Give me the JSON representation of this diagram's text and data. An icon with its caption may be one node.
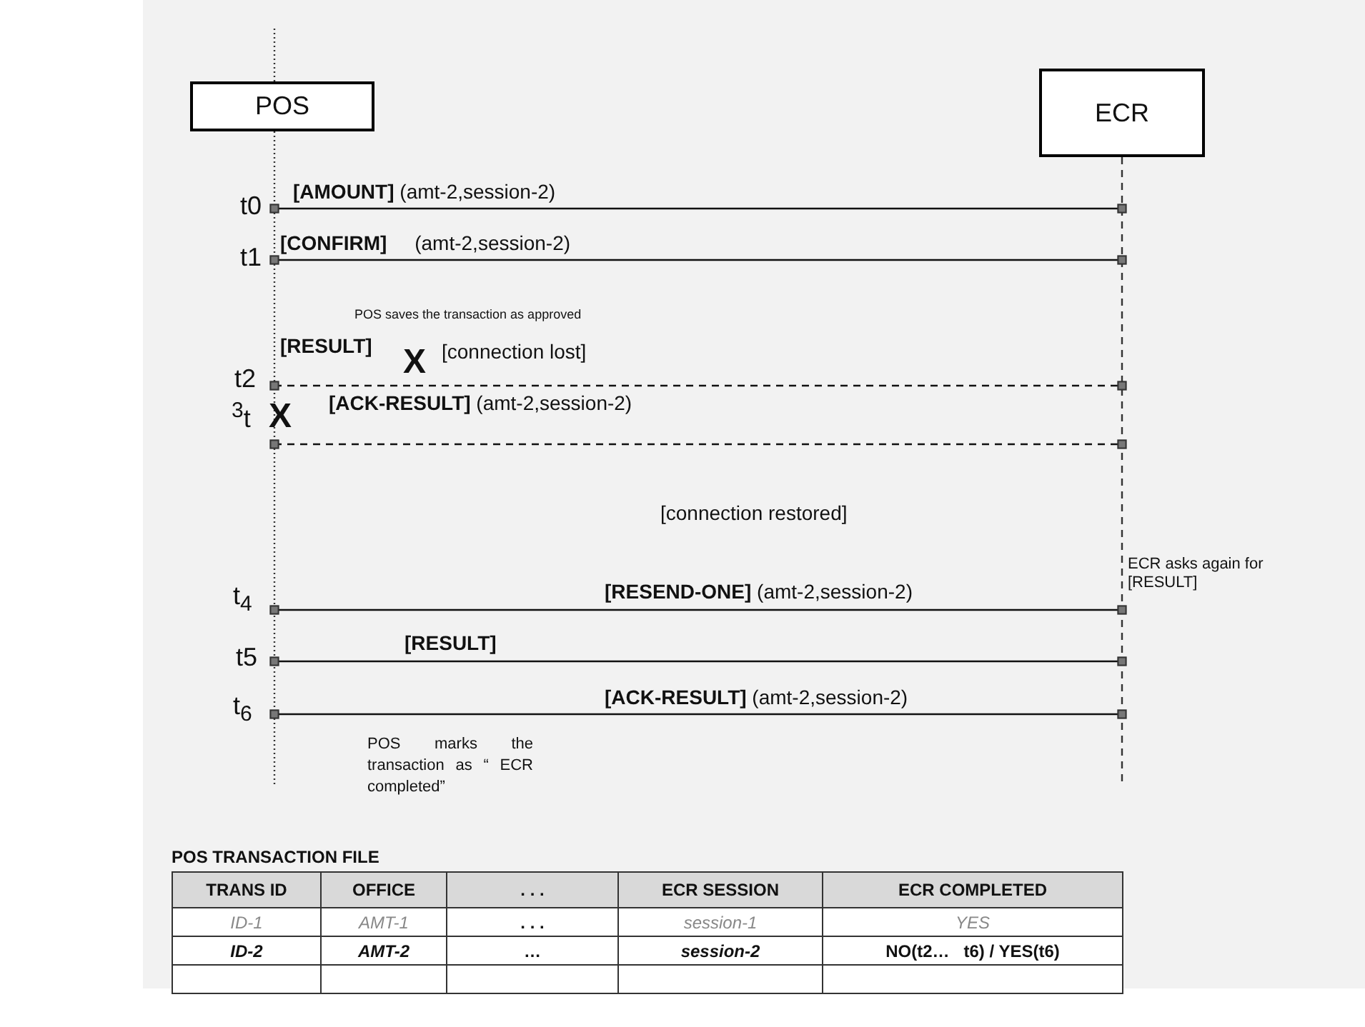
{
  "diagram": {
    "nodes": [
      {
        "text": [
          "POS"
        ]
      },
      {
        "text": [
          "ECR"
        ]
      }
    ],
    "edges": [
      {
        "from": 0,
        "to": 1,
        "arrow": "other",
        "label": "**[AMOUNT]** (amt-2,session-2)"
      },
      {
        "from": 0,
        "to": 1,
        "arrow": "other",
        "label": "**[CONFIRM]**     (amt-2,session-2)"
      },
      {
        "from": 0,
        "to": 1,
        "arrow": "other",
        "label": "**[RESULT]**",
        "style": "dashed"
      },
      {
        "from": 0,
        "to": 1,
        "arrow": "other",
        "label": "**[ACK-RESULT]** (amt-2,session-2)",
        "style": "dashed"
      },
      {
        "from": 0,
        "to": 1,
        "arrow": "other",
        "label": "**[RESEND-ONE]** (amt-2,session-2)"
      },
      {
        "from": 0,
        "to": 1,
        "arrow": "other",
        "label": "**[RESULT]**"
      },
      {
        "from": 0,
        "to": 1,
        "arrow": "other",
        "label": "**[ACK-RESULT]** (amt-2,session-2)"
      }
    ],
    "labels": [
      "t0",
      "t1",
      "POS saves the transaction as approved",
      "t2",
      "X",
      "[connection lost]",
      "$^{3}$t",
      "X",
      "[connection restored]",
      "ECR asks again for [RESULT]",
      "t$_{4}$",
      "t5",
      "t$_{6}$",
      "POS marks the transaction as “ ECR completed”",
      "POS TRANSACTION FILE",
      "TRANS ID",
      "OFFICE",
      ". . .",
      "ECR SESSION",
      "ECR COMPLETED",
      "ID-1",
      "AMT-1",
      ". . .",
      "session-1",
      "YES",
      "ID-2",
      "AMT-2",
      "…",
      "session-2",
      "NO(t2…   t6) / YES(t6)"
    ]
  }
}
